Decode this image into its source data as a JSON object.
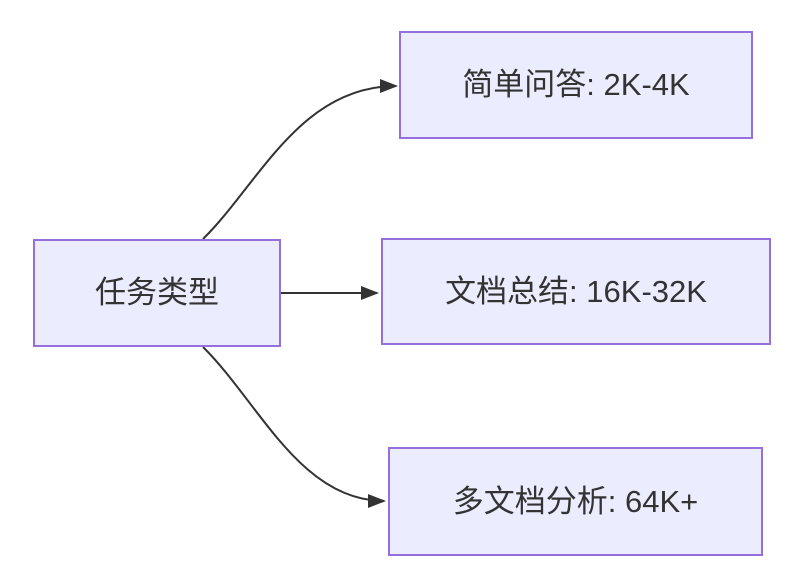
{
  "diagram": {
    "type": "flowchart",
    "direction": "left-to-right",
    "nodes": {
      "root": {
        "label": "任务类型"
      },
      "child_top": {
        "label": "简单问答: 2K-4K"
      },
      "child_middle": {
        "label": "文档总结: 16K-32K"
      },
      "child_bottom": {
        "label": "多文档分析: 64K+"
      }
    },
    "edges": [
      {
        "from": "任务类型",
        "to": "简单问答: 2K-4K",
        "arrow": "curved"
      },
      {
        "from": "任务类型",
        "to": "文档总结: 16K-32K",
        "arrow": "straight"
      },
      {
        "from": "任务类型",
        "to": "多文档分析: 64K+",
        "arrow": "curved"
      }
    ],
    "colors": {
      "node_fill": "#ECECFF",
      "node_border": "#9370DB",
      "edge_stroke": "#333333",
      "text": "#333333",
      "background": "#FFFFFF"
    }
  }
}
